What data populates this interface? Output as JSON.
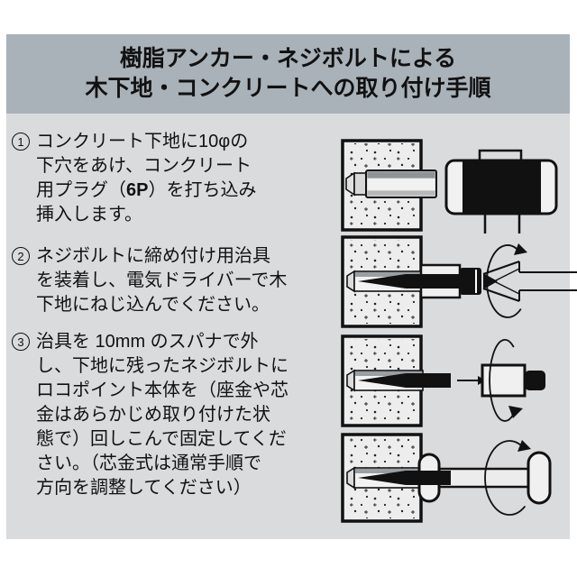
{
  "header": {
    "title_line1": "樹脂アンカー・ネジボルトによる",
    "title_line2": "木下地・コンクリートへの取り付け手順"
  },
  "steps": [
    {
      "marker": "1",
      "line1": "コンクリート下地に10φの",
      "line2": "下穴をあけ、コンクリート",
      "line3_pre": "用プラグ（",
      "line3_bold": "6P",
      "line3_post": "）を打ち込み",
      "line4": "挿入します。"
    },
    {
      "marker": "2",
      "line1": "ネジボルトに締め付け用治具",
      "line2": "を装着し、電気ドライバーで木",
      "line3": "下地にねじ込んでください。"
    },
    {
      "marker": "3",
      "line1": "治具を 10mm のスパナで外",
      "line2": "し、下地に残ったネジボルトに",
      "line3": "ロコポイント本体を（座金や芯",
      "line4": "金はあらかじめ取り付けた状",
      "line5": "態で）回しこんで固定してくだ",
      "line6": "さい。（芯金式は通常手順で",
      "line7": "方向を調整してください）"
    }
  ],
  "figures": [
    {
      "name": "concrete-block-with-plug-and-hammer"
    },
    {
      "name": "screw-bolt-with-jig-and-electric-driver-rotating"
    },
    {
      "name": "bolt-in-wall-with-spanner-socket-rotating"
    },
    {
      "name": "loco-point-body-rod-screwed-onto-bolt-rotating"
    }
  ],
  "colors": {
    "header_bg": "#a9b1b9",
    "body_bg": "#d9dbdd",
    "text": "#111111",
    "line_art": "#111111",
    "block_fill": "#ededed"
  }
}
